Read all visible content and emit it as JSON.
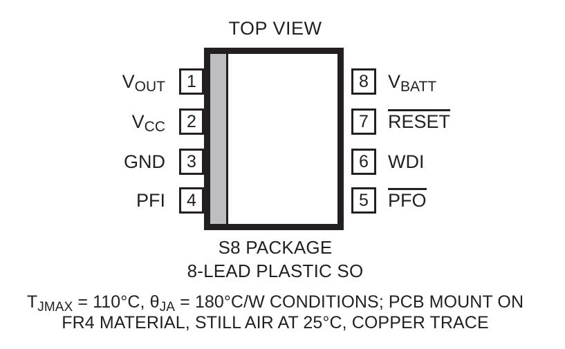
{
  "diagram": {
    "title": "TOP VIEW",
    "package_outline": {
      "notch_side": "left",
      "body_color": "#ffffff",
      "border_color": "#231f20",
      "notch_color": "#bcbec0"
    },
    "pins_left": [
      {
        "number": "1",
        "label_base": "V",
        "label_sub": "OUT",
        "overline": false
      },
      {
        "number": "2",
        "label_base": "V",
        "label_sub": "CC",
        "overline": false
      },
      {
        "number": "3",
        "label_base": "GND",
        "label_sub": "",
        "overline": false
      },
      {
        "number": "4",
        "label_base": "PFI",
        "label_sub": "",
        "overline": false
      }
    ],
    "pins_right": [
      {
        "number": "8",
        "label_base": "V",
        "label_sub": "BATT",
        "overline": false
      },
      {
        "number": "7",
        "label_base": "RESET",
        "label_sub": "",
        "overline": true
      },
      {
        "number": "6",
        "label_base": "WDI",
        "label_sub": "",
        "overline": false
      },
      {
        "number": "5",
        "label_base": "PFO",
        "label_sub": "",
        "overline": true
      }
    ],
    "caption_package": "S8 PACKAGE",
    "caption_leadtype": "8-LEAD PLASTIC SO",
    "thermal": {
      "tjmax_symbol_base": "T",
      "tjmax_symbol_sub": "JMAX",
      "tjmax_equals": " = 110°C, ",
      "theta_symbol_base": "θ",
      "theta_symbol_sub": "JA",
      "theta_equals": " = 180°C/W CONDITIONS; PCB MOUNT ON",
      "line2": "FR4 MATERIAL, STILL AIR AT 25°C, COPPER TRACE"
    }
  }
}
